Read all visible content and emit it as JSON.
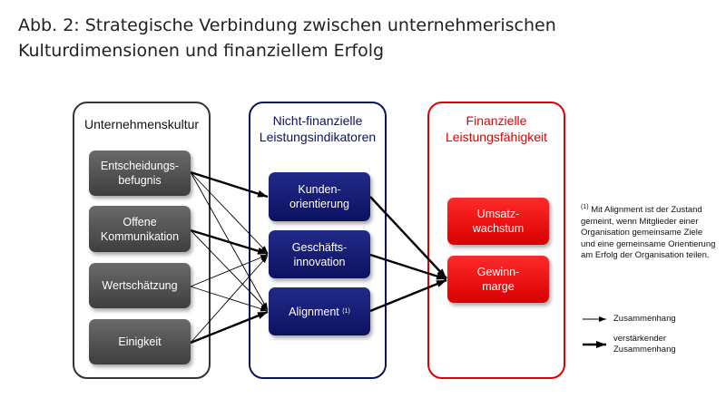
{
  "title_line1": "Abb. 2: Strategische Verbindung zwischen unternehmerischen",
  "title_line2": "Kulturdimensionen und finanziellem Erfolg",
  "culture": {
    "heading": "Unternehmenskultur",
    "items": [
      "Entscheidungs-\nbefugnis",
      "Offene\nKommunikation",
      "Wertschätzung",
      "Einigkeit"
    ]
  },
  "nonfinancial": {
    "heading": "Nicht-finanzielle\nLeistungsindikatoren",
    "items": [
      "Kunden-\norientierung",
      "Geschäfts-\ninnovation",
      "Alignment"
    ],
    "alignment_footnote_marker": "(1)"
  },
  "financial": {
    "heading": "Finanzielle\nLeistungsfähigkeit",
    "items": [
      "Umsatz-\nwachstum",
      "Gewinn-\nmarge"
    ]
  },
  "footnote": {
    "marker": "(1)",
    "text": "Mit Alignment ist der Zustand gemeint, wenn Mitglieder einer Organisation gemeinsame Ziele und eine gemeinsame Orientierung am Erfolg der Organisation teilen."
  },
  "legend": {
    "thin": "Zusammenhang",
    "thick": "verstärkender\nZusammenhang"
  },
  "colors": {
    "culture": "#333333",
    "nonfinancial": "#0c1260",
    "financial": "#e00000"
  }
}
